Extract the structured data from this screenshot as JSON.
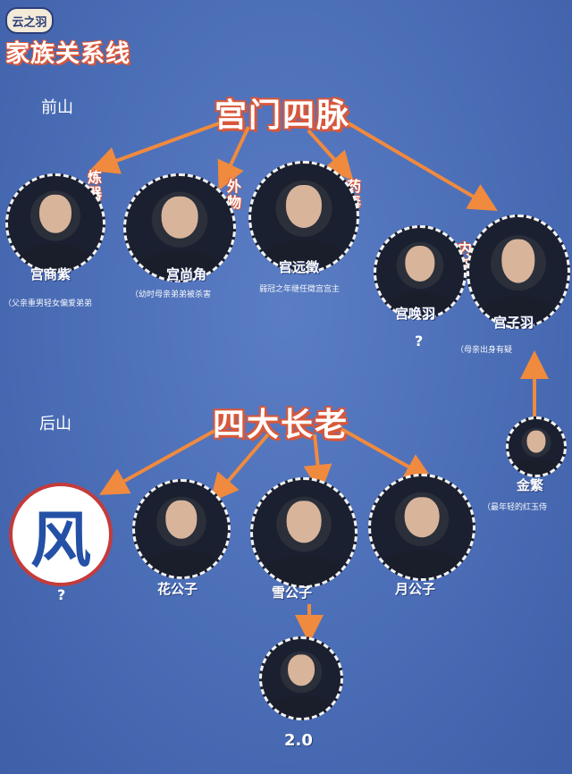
{
  "header": {
    "logo_text": "云之羽",
    "title": "家族关系线"
  },
  "regions": {
    "front": "前山",
    "back": "后山"
  },
  "sections": {
    "gongmen": "宫门四脉",
    "elders": "四大长老"
  },
  "roles": {
    "lianqi": "炼器",
    "waiwu": "外物",
    "yaodu": "药毒",
    "neiwu": "内务"
  },
  "members": {
    "shangjue_zi": {
      "name": "宫商紫",
      "note": "（父亲重男轻女偏爱弟弟"
    },
    "shangjue": {
      "name": "宫尚角",
      "note": "（幼时母亲弟弟被杀害"
    },
    "yuanzhi": {
      "name": "宫远徵",
      "note": "弱冠之年继任徵宫宫主"
    },
    "huanyu": {
      "name": "宫唤羽",
      "mark": "?"
    },
    "ziyu": {
      "name": "宫子羽",
      "note": "（母亲出身有疑"
    },
    "jinfan": {
      "name": "金繁",
      "note": "（最年轻的红玉侍"
    },
    "hua": {
      "name": "花公子"
    },
    "xue": {
      "name": "雪公子"
    },
    "yue": {
      "name": "月公子"
    },
    "xue2": {
      "name": "2.0"
    }
  },
  "wind": {
    "char": "风",
    "mark": "?"
  },
  "colors": {
    "arrow": "#f08a3e",
    "title_outline": "#d9573a",
    "wind_char": "#2451a6",
    "wind_border": "#c43b3b"
  }
}
